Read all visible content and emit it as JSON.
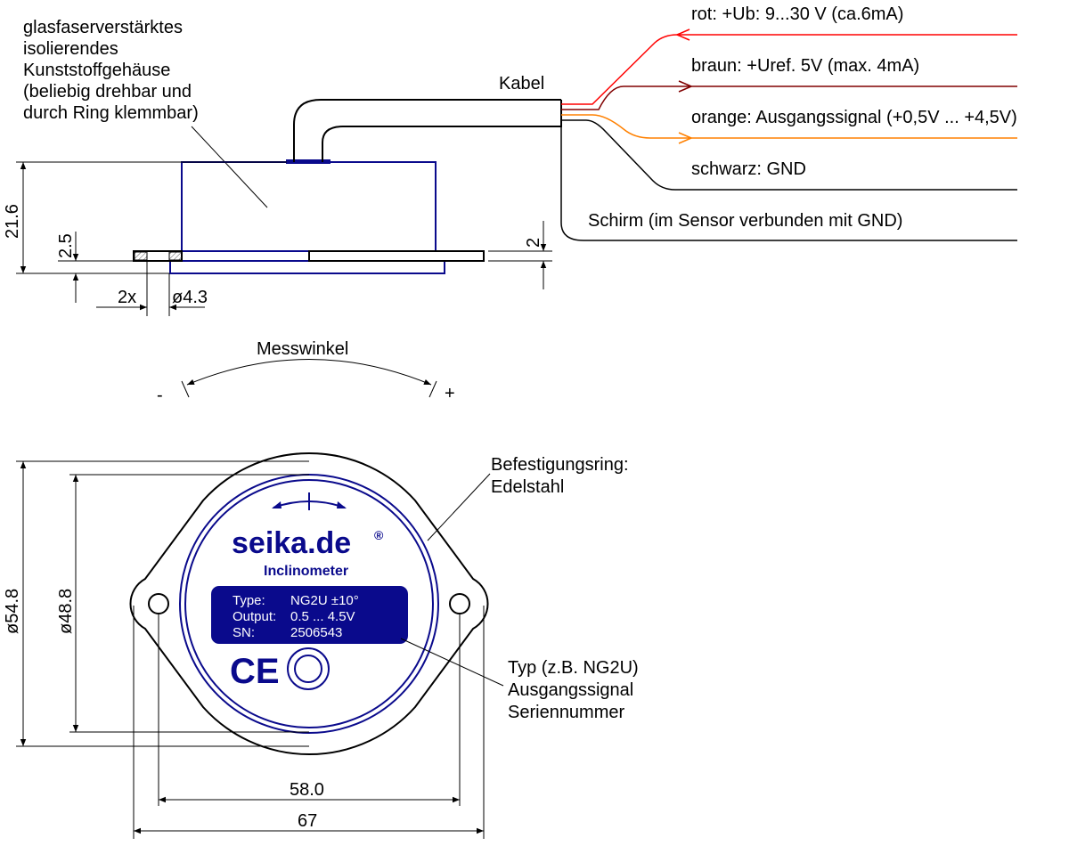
{
  "housing_note": [
    "glasfaserverstärktes",
    "isolierendes",
    "Kunststoffgehäuse",
    "(beliebig drehbar und",
    "durch Ring klemmbar)"
  ],
  "cable_label": "Kabel",
  "wires": [
    {
      "label": "rot: +Ub: 9...30 V (ca.6mA)",
      "color": "#ff0000"
    },
    {
      "label": "braun: +Uref. 5V (max. 4mA)",
      "color": "#800000"
    },
    {
      "label": "orange: Ausgangssignal (+0,5V ... +4,5V)",
      "color": "#ff8000"
    },
    {
      "label": "schwarz: GND",
      "color": "#000000"
    },
    {
      "label": "Schirm (im Sensor verbunden mit GND)",
      "color": "#000000"
    }
  ],
  "dims": {
    "height": "21.6",
    "ring": "2.5",
    "plate": "2",
    "holes_count": "2x",
    "hole_dia": "ø4.3",
    "outer_dia": "ø54.8",
    "inner_dia": "ø48.8",
    "hole_spacing": "58.0",
    "width": "67"
  },
  "angle": {
    "label": "Messwinkel",
    "minus": "-",
    "plus": "+"
  },
  "ring_note": [
    "Befestigungsring:",
    "Edelstahl"
  ],
  "type_note": [
    "Typ (z.B. NG2U)",
    "Ausgangssignal",
    "Seriennummer"
  ],
  "plate": {
    "brand": "seika.de",
    "reg": "®",
    "product": "Inclinometer",
    "rows": [
      [
        "Type:",
        "NG2U ±10°"
      ],
      [
        "Output:",
        "0.5 ... 4.5V"
      ],
      [
        "SN:",
        "2506543"
      ]
    ],
    "ce": "CE"
  },
  "colors": {
    "navy": "#0a0a8c"
  }
}
